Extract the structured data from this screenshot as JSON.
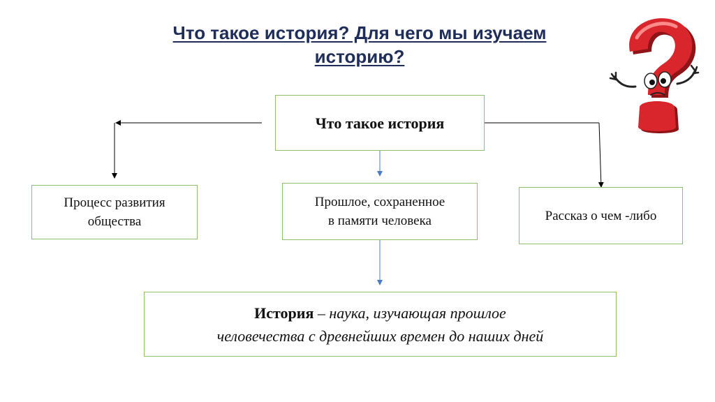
{
  "title": {
    "line1": "Что такое история? Для чего мы изучаем",
    "line2": "историю?"
  },
  "diagram": {
    "root": "Что такое история",
    "left": {
      "line1": "Процесс развития",
      "line2": "общества"
    },
    "middle": {
      "line1": "Прошлое, сохраненное",
      "line2": "в памяти человека"
    },
    "right": "Рассказ о чем -либо",
    "definition": {
      "term": "История",
      "line1_rest": " – наука, изучающая прошлое",
      "line2": "человечества с древнейших времен до наших дней"
    }
  },
  "colors": {
    "title": "#1f2d5a",
    "box_border": "#8dbf6f",
    "arrow_black": "#000000",
    "arrow_blue": "#4a7cc7",
    "question_mark": "#d8262c"
  },
  "icons": {
    "illustration": "question-mark-character-icon"
  }
}
